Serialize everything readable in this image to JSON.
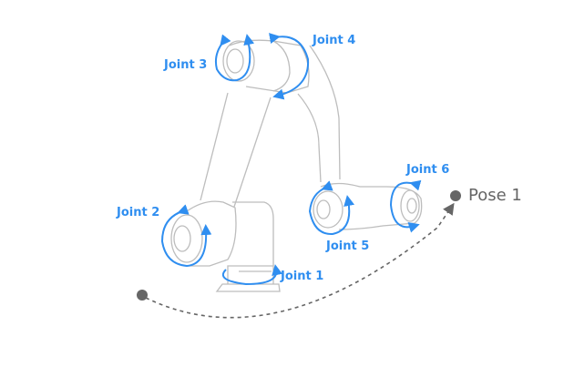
{
  "colors": {
    "joint": "#2f8ef0",
    "robot": "#bdbdbd",
    "pose": "#666666"
  },
  "joints": [
    "Joint 1",
    "Joint 2",
    "Joint 3",
    "Joint 4",
    "Joint 5",
    "Joint 6"
  ],
  "pose_label": "Pose 1"
}
